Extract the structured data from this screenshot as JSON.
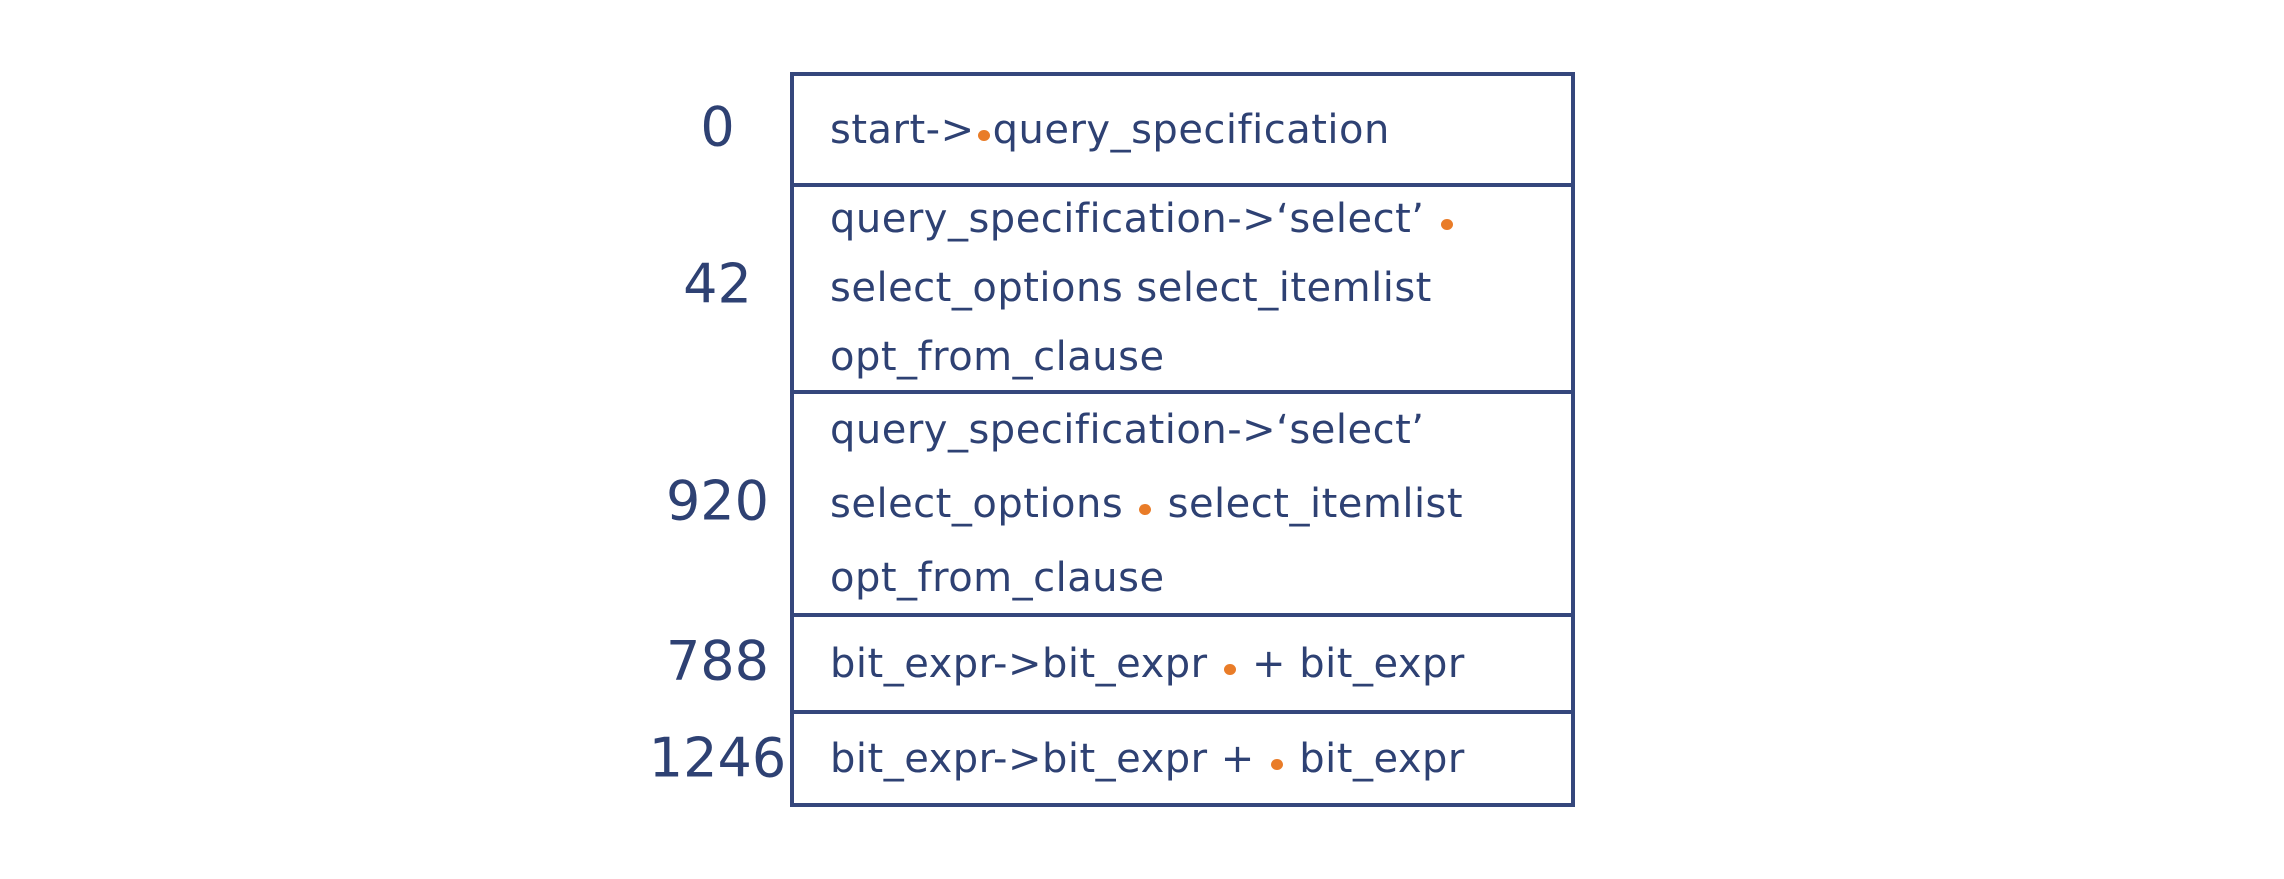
{
  "colors": {
    "ink": "#2e4173",
    "border": "#35477c",
    "dot": "#e97c28",
    "background": "#ffffff"
  },
  "dot_marker": "•",
  "item_table": {
    "rows": [
      {
        "state": "0",
        "lines": [
          "start->•query_specification"
        ]
      },
      {
        "state": "42",
        "lines": [
          "query_specification->‘select’ •",
          "select_options select_itemlist",
          "opt_from_clause"
        ]
      },
      {
        "state": "920",
        "lines": [
          "query_specification->‘select’",
          "select_options • select_itemlist",
          "opt_from_clause"
        ]
      },
      {
        "state": "788",
        "lines": [
          "bit_expr->bit_expr • + bit_expr"
        ]
      },
      {
        "state": "1246",
        "lines": [
          "bit_expr->bit_expr + • bit_expr"
        ]
      }
    ]
  }
}
